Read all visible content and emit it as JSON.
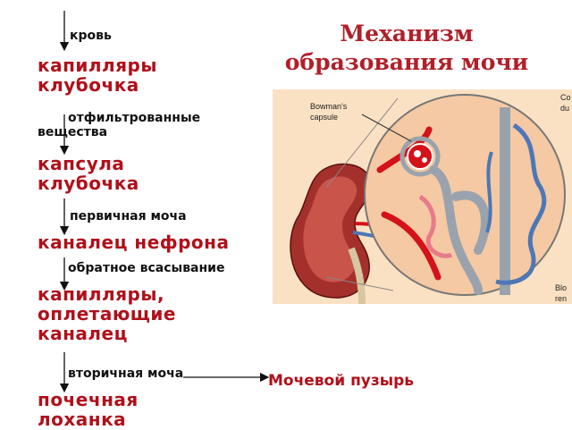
{
  "title": {
    "line1": "Механизм",
    "line2": "образования мочи"
  },
  "flow": [
    {
      "kind": "small",
      "text": "кровь"
    },
    {
      "kind": "big",
      "line1": "капилляры",
      "line2": "клубочка"
    },
    {
      "kind": "small",
      "line1": "отфильтрованные",
      "line2": "вещества"
    },
    {
      "kind": "big",
      "line1": "капсула",
      "line2": "клубочка"
    },
    {
      "kind": "small",
      "text": "первичная моча"
    },
    {
      "kind": "big",
      "text": "каналец нефрона"
    },
    {
      "kind": "small",
      "text": "обратное всасывание"
    },
    {
      "kind": "big",
      "line1": "капилляры,",
      "line2": "оплетающие",
      "line3": "каналец"
    },
    {
      "kind": "small",
      "text": "вторичная моча"
    },
    {
      "kind": "big",
      "line1": "почечная",
      "line2": "лоханка"
    }
  ],
  "bladder": "Мочевой пузырь",
  "figure": {
    "bowman_label_1": "Bowman's",
    "bowman_label_2": "capsule",
    "top_right_1": "Co",
    "top_right_2": "du",
    "bottom_right_1": "Blo",
    "bottom_right_2": "ren"
  },
  "colors": {
    "dark_red_text": "#b0101a",
    "figure_bg": "#fbe1c3",
    "artery_red": "#d4121a",
    "vein_blue": "#4d77b8",
    "tubule_grey": "#9aa3ad"
  }
}
